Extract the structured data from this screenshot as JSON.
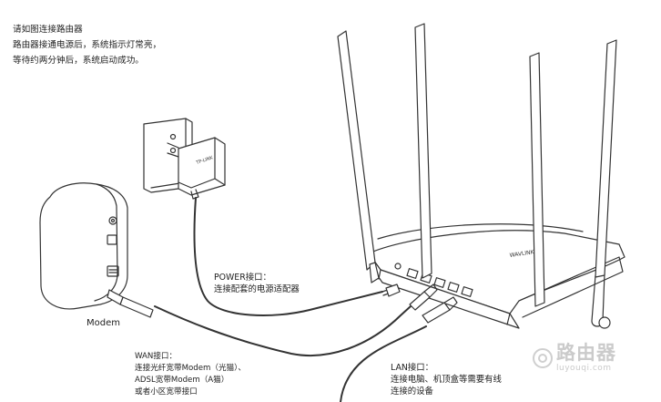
{
  "intro": {
    "line1": "请如图连接路由器",
    "line2": "路由器接通电源后，系统指示灯常亮，",
    "line3": "等待约两分钟后，系统启动成功。"
  },
  "labels": {
    "modem": "Modem",
    "power_title": "POWER接口：",
    "power_desc": "连接配套的电源适配器",
    "wan_title": "WAN接口：",
    "wan_line1": "连接光纤宽带Modem（光猫）、",
    "wan_line2": "ADSL宽带Modem（A猫）",
    "wan_line3": "或者小区宽带接口",
    "lan_title": "LAN接口：",
    "lan_line1": "连接电脑、机顶盒等需要有线",
    "lan_line2": "连接的设备"
  },
  "device_marks": {
    "adapter_brand": "TP-LINK",
    "router_brand": "WAVLINK"
  },
  "watermark": {
    "brand": "路由器",
    "url": "luyouqi.com"
  }
}
